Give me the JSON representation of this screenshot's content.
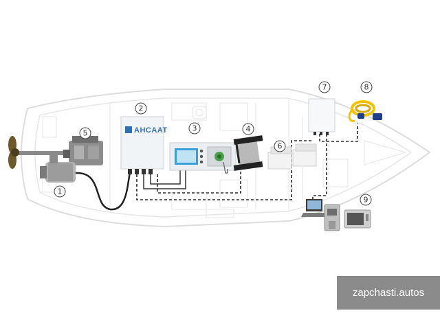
{
  "diagram": {
    "brand_label": "AHCAAT",
    "callouts": [
      "1",
      "2",
      "3",
      "4",
      "5",
      "6",
      "7",
      "8",
      "9"
    ],
    "colors": {
      "hull_outline": "#dcdcdc",
      "deck_lines": "#e6e6e6",
      "cable_solid": "#222222",
      "cable_dashed": "#2a2a2a",
      "cable_cord": "#6a6a6a",
      "brand_blue": "#2f6fb3",
      "yellow_cable": "#f2c200",
      "screen_blue": "#3a9fd8"
    },
    "components": [
      {
        "id": "1",
        "icon": "motor-icon"
      },
      {
        "id": "2",
        "icon": "controller-box-icon"
      },
      {
        "id": "3",
        "icon": "control-panel-icon"
      },
      {
        "id": "4",
        "icon": "hydrogenerator-icon"
      },
      {
        "id": "5",
        "icon": "gearbox-engine-icon"
      },
      {
        "id": "6",
        "icon": "battery-bank-icon"
      },
      {
        "id": "7",
        "icon": "charger-box-icon"
      },
      {
        "id": "8",
        "icon": "shore-power-cable-icon"
      },
      {
        "id": "9",
        "icon": "appliances-icon"
      }
    ]
  },
  "watermark": {
    "text": "zapchasti.autos"
  }
}
